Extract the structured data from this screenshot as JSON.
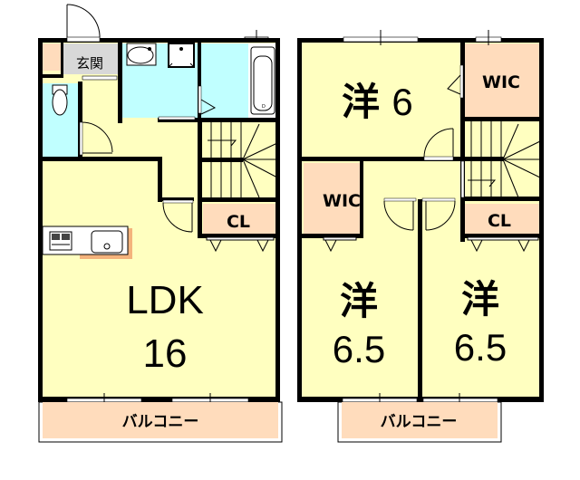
{
  "floor_plan": {
    "colors": {
      "wall": "#000000",
      "living": "#ffffc0",
      "wet": "#c0ffff",
      "storage": "#ffdcbc",
      "entrance": "#d8d8d8",
      "kitchen_counter": "#ffffff",
      "kitchen_accent": "#f4b37c",
      "balcony": "#ffdcbc"
    },
    "floor1": {
      "entrance": {
        "label": "玄関"
      },
      "ldk": {
        "label": "LDK",
        "size": "16"
      },
      "closet": {
        "label": "CL"
      },
      "balcony": {
        "label": "バルコニー"
      }
    },
    "floor2": {
      "room_top": {
        "label": "洋",
        "size": "6"
      },
      "wic_top": {
        "label": "WIC"
      },
      "wic_left": {
        "label": "WIC"
      },
      "closet": {
        "label": "CL"
      },
      "room_left": {
        "label": "洋",
        "size": "6.5"
      },
      "room_right": {
        "label": "洋",
        "size": "6.5"
      },
      "balcony": {
        "label": "バルコニー"
      }
    }
  }
}
